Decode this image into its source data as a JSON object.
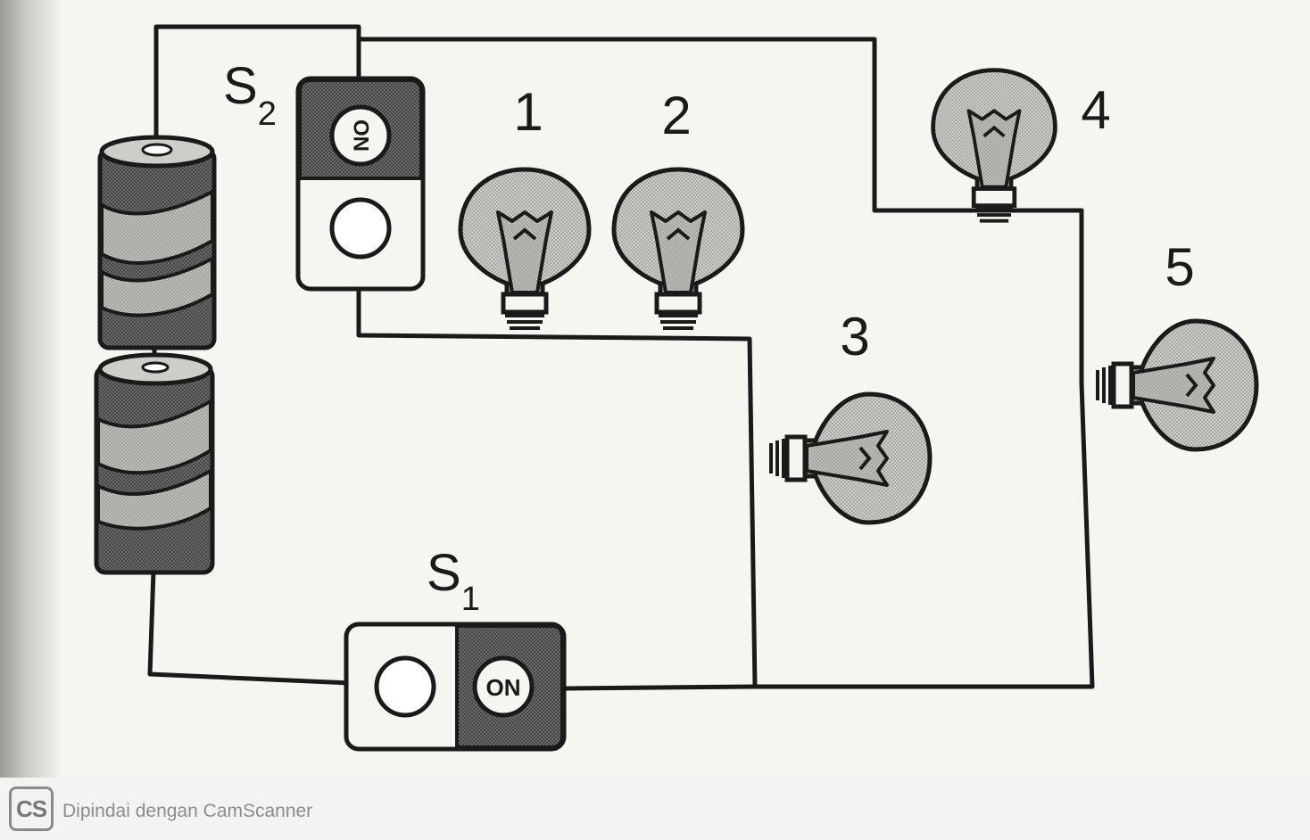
{
  "switches": {
    "s1": {
      "letter": "S",
      "subscript": "1",
      "state_text": "ON"
    },
    "s2": {
      "letter": "S",
      "subscript": "2",
      "state_text": "ON"
    }
  },
  "bulbs": {
    "b1": {
      "number": "1"
    },
    "b2": {
      "number": "2"
    },
    "b3": {
      "number": "3"
    },
    "b4": {
      "number": "4"
    },
    "b5": {
      "number": "5"
    }
  },
  "footer": {
    "logo_text": "CS",
    "scanner_text": "Dipindai dengan CamScanner"
  },
  "colors": {
    "wire": "#1a1a1a",
    "bulb_glass": "#d4d2ce",
    "battery_dark": "#5e5e5e",
    "battery_light": "#b3b2ae"
  }
}
